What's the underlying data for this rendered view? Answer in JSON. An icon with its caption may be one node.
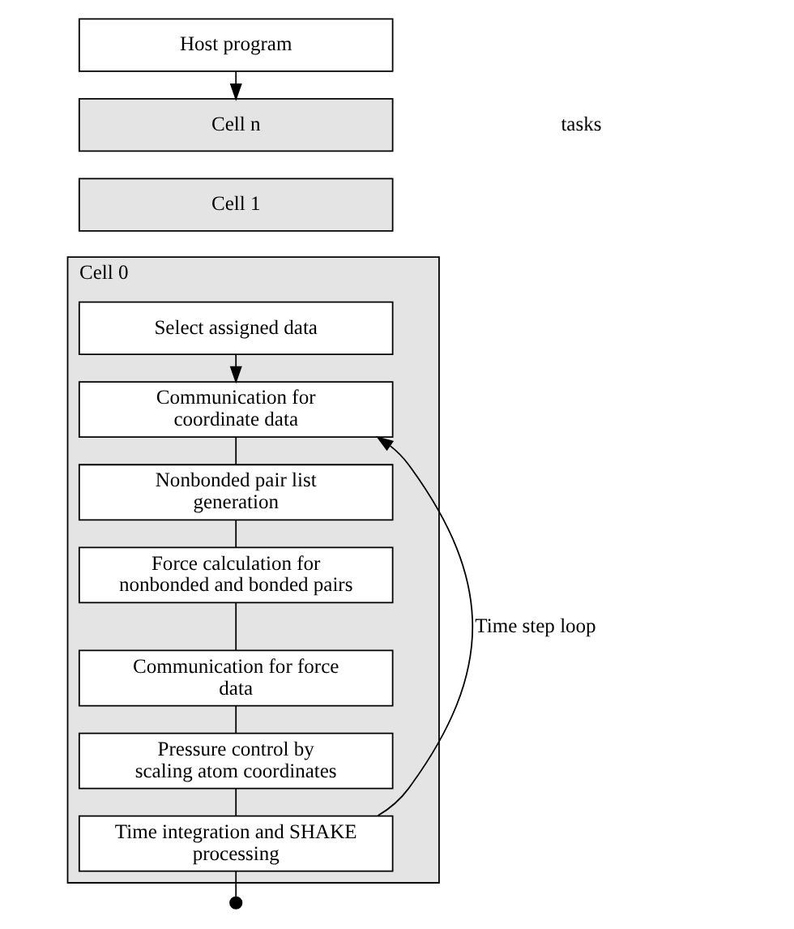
{
  "diagram": {
    "nodes": [
      {
        "text": [
          "Host program"
        ]
      },
      {
        "text": [
          "Cell n"
        ]
      },
      {
        "text": [
          "Cell 1"
        ]
      },
      {
        "text": [
          "Cell 0"
        ]
      },
      {
        "text": [
          "Select assigned data"
        ],
        "in": 3
      },
      {
        "text": [
          "Communication for coordinate data"
        ],
        "in": 3
      },
      {
        "text": [
          "Nonbonded pair list generation"
        ],
        "in": 3
      },
      {
        "text": [
          "Force calculation for nonbonded and bonded pairs"
        ],
        "in": 3
      },
      {
        "text": [
          "Communication for force data"
        ],
        "in": 3
      },
      {
        "text": [
          "Pressure control by scaling atom coordinates"
        ],
        "in": 3
      },
      {
        "text": [
          "Time integration and SHAKE processing"
        ],
        "in": 3
      }
    ],
    "edges": [
      {
        "from": 0,
        "to": 1,
        "arrow": "to"
      },
      {
        "from": 4,
        "to": 5,
        "arrow": "to"
      },
      {
        "from": 5,
        "to": 6,
        "arrow": "none"
      },
      {
        "from": 6,
        "to": 7,
        "arrow": "none"
      },
      {
        "from": 7,
        "to": 8,
        "arrow": "none"
      },
      {
        "from": 8,
        "to": 9,
        "arrow": "none"
      },
      {
        "from": 9,
        "to": 10,
        "arrow": "none"
      },
      {
        "from": 10,
        "to": 5,
        "arrow": "to",
        "label": "Time step loop"
      },
      {
        "from": 10,
        "to": 3,
        "arrow": "other"
      }
    ],
    "labels": [
      "tasks"
    ]
  }
}
